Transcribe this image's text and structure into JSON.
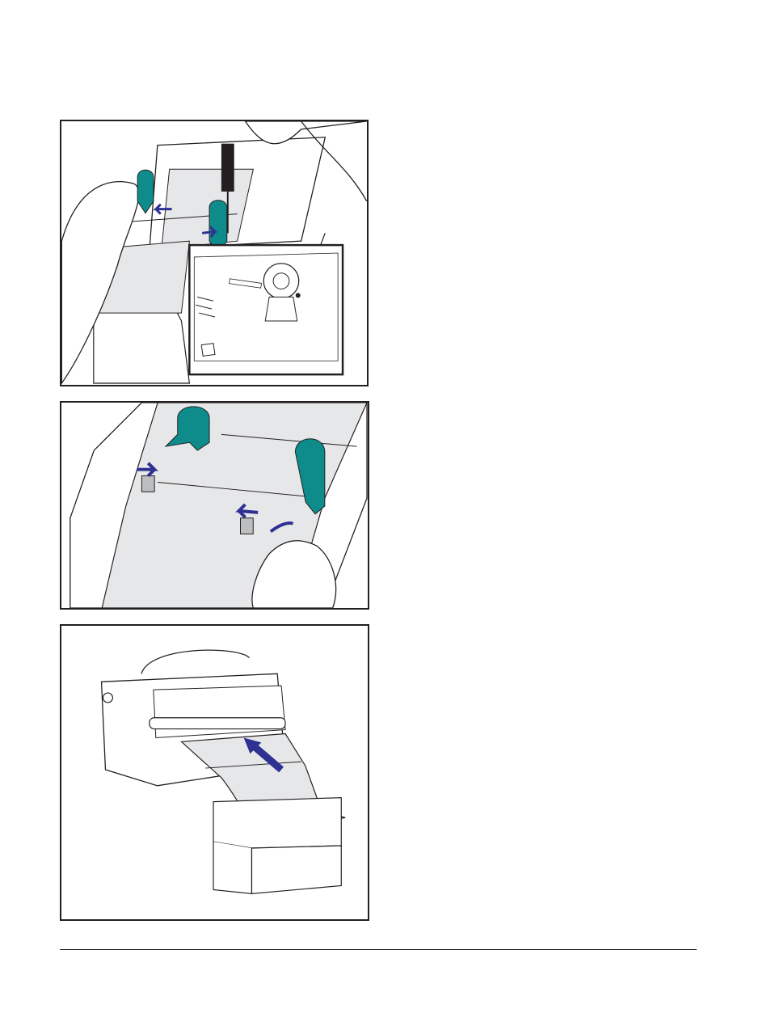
{
  "page": {
    "figures": [
      {
        "name": "figure-adjust-roll-holders"
      },
      {
        "name": "figure-adjust-media-guides"
      },
      {
        "name": "figure-fanfold-media-feed"
      }
    ]
  },
  "colors": {
    "line": "#231f20",
    "teal": "#0e8c8c",
    "teal_dark": "#0a6c6c",
    "arrow_blue": "#2e3192",
    "media_gray": "#e6e7e8"
  }
}
